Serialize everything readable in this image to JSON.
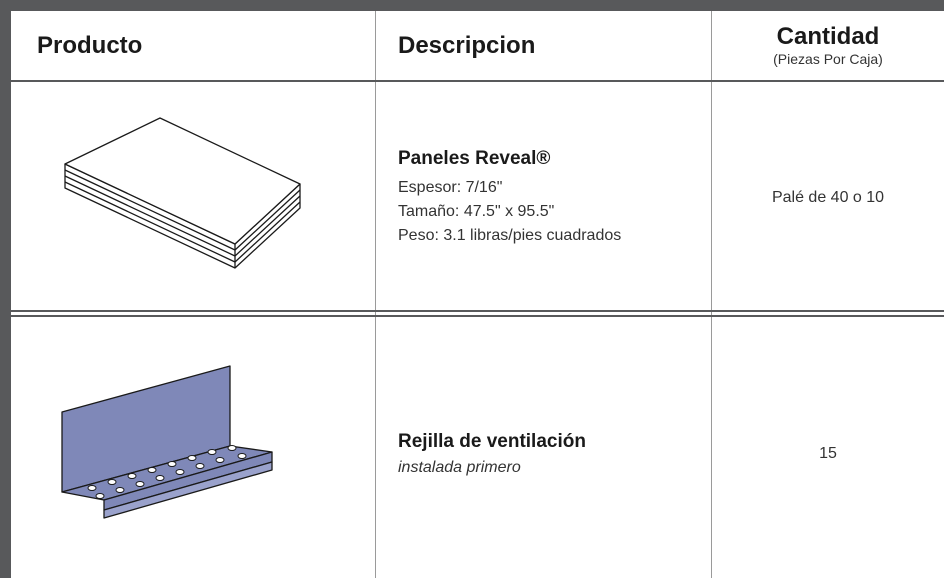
{
  "table": {
    "headers": {
      "product": "Producto",
      "description": "Descripcion",
      "quantity": "Cantidad",
      "quantity_sub": "(Piezas Por Caja)"
    },
    "rows": [
      {
        "illustration_icon": "panel-stack-icon",
        "name": "Paneles Reveal®",
        "specs": [
          "Espesor: 7/16\"",
          "Tamaño: 47.5\" x 95.5\"",
          "Peso: 3.1 libras/pies cuadrados"
        ],
        "quantity": "Palé de 40 o 10"
      },
      {
        "illustration_icon": "vent-strip-icon",
        "name": "Rejilla de ventilación",
        "note": "instalada primero",
        "quantity": "15"
      }
    ]
  },
  "colors": {
    "frame": "#58595b",
    "divider": "#9a9a9a",
    "vent_fill": "#7f88b8"
  }
}
